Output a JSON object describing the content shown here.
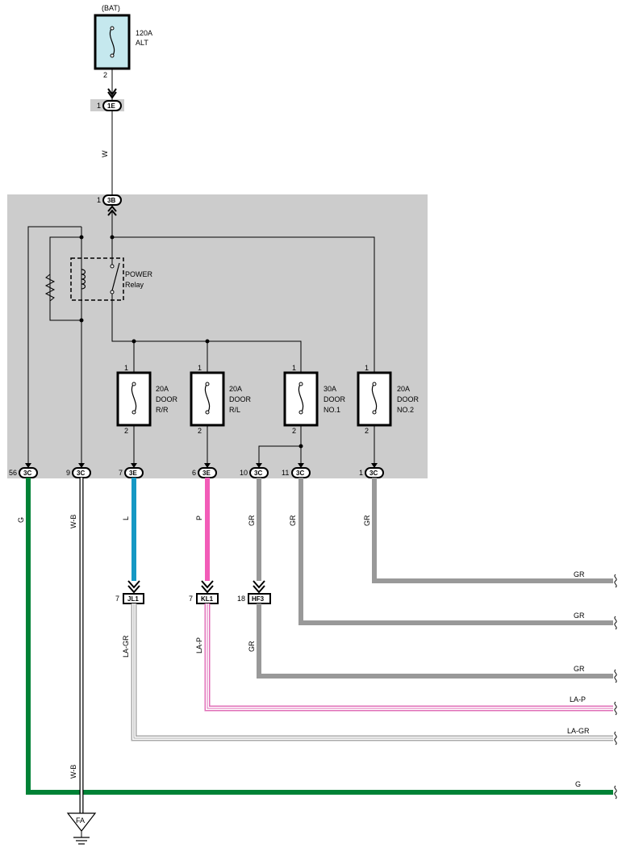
{
  "battery": {
    "label": "(BAT)",
    "fuse_rating": "120A",
    "fuse_name": "ALT",
    "pin": "2"
  },
  "connectors": {
    "c1e": {
      "id": "1E",
      "pin": "1"
    },
    "c3b": {
      "id": "3B",
      "pin": "1"
    },
    "c3c_56": {
      "id": "3C",
      "pin": "56"
    },
    "c3c_9": {
      "id": "3C",
      "pin": "9"
    },
    "c3e_7": {
      "id": "3E",
      "pin": "7"
    },
    "c3e_6": {
      "id": "3E",
      "pin": "6"
    },
    "c3c_10": {
      "id": "3C",
      "pin": "10"
    },
    "c3c_11": {
      "id": "3C",
      "pin": "11"
    },
    "c3c_1": {
      "id": "3C",
      "pin": "1"
    },
    "jl1": {
      "id": "JL1",
      "pin": "7"
    },
    "kl1": {
      "id": "KL1",
      "pin": "7"
    },
    "hf3": {
      "id": "HF3",
      "pin": "18"
    }
  },
  "relay": {
    "line1": "POWER",
    "line2": "Relay"
  },
  "fuses": [
    {
      "l1": "20A",
      "l2": "DOOR",
      "l3": "R/R",
      "top_pin": "1",
      "bottom_pin": "2"
    },
    {
      "l1": "20A",
      "l2": "DOOR",
      "l3": "R/L",
      "top_pin": "1",
      "bottom_pin": "2"
    },
    {
      "l1": "30A",
      "l2": "DOOR",
      "l3": "NO.1",
      "top_pin": "1",
      "bottom_pin": "2"
    },
    {
      "l1": "20A",
      "l2": "DOOR",
      "l3": "NO.2",
      "top_pin": "1",
      "bottom_pin": "2"
    }
  ],
  "wires": {
    "w_main": "W",
    "g": "G",
    "wb": "W-B",
    "l": "L",
    "p": "P",
    "gr_10": "GR",
    "gr_11": "GR",
    "gr_1": "GR",
    "la_gr": "LA-GR",
    "la_p": "LA-P",
    "gr_hf3": "GR",
    "wb_lower": "W-B"
  },
  "right_labels": {
    "gr_top": "GR",
    "gr_mid": "GR",
    "gr_low": "GR",
    "la_p": "LA-P",
    "la_gr": "LA-GR",
    "g": "G"
  },
  "ground": {
    "label": "FA"
  },
  "colors": {
    "box_fill": "#cccccc",
    "fuse_fill": "#c5e8ee",
    "green": "#008236",
    "blue": "#1598c4",
    "pink": "#f25cb8",
    "gray": "#999999",
    "la_pink": "#e070b8",
    "la_gray": "#aaaaaa"
  }
}
